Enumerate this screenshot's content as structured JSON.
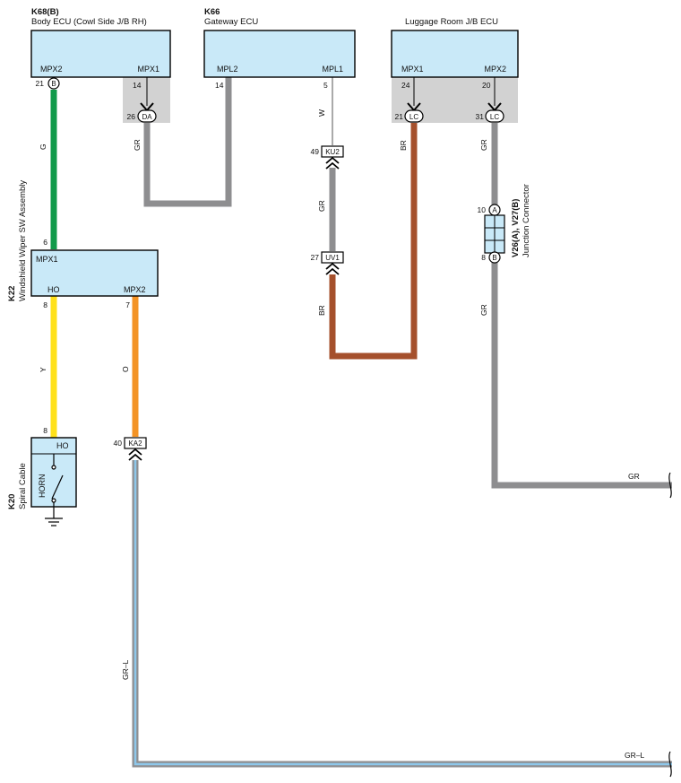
{
  "components": {
    "k68": {
      "code": "K68(B)",
      "name": "Body ECU (Cowl Side J/B RH)",
      "pin_mpx2": "MPX2",
      "pin_mpx1": "MPX1"
    },
    "k66": {
      "code": "K66",
      "name": "Gateway ECU",
      "pin_mpl2": "MPL2",
      "pin_mpl1": "MPL1"
    },
    "luggage": {
      "name": "Luggage Room J/B ECU",
      "pin_mpx1": "MPX1",
      "pin_mpx2": "MPX2"
    },
    "k22": {
      "code": "K22",
      "name": "Windshield Wiper SW Assembly",
      "pin_mpx1": "MPX1",
      "pin_ho": "HO",
      "pin_mpx2": "MPX2"
    },
    "k20": {
      "code": "K20",
      "name": "Spiral Cable",
      "pin_ho": "HO",
      "horn": "HORN"
    },
    "v26": {
      "code": "V26(A), V27(B)",
      "name": "Junction Connector",
      "conn_a": "A",
      "conn_b": "B",
      "pin_top": "10",
      "pin_bottom": "8"
    }
  },
  "pins": {
    "k68_mpx2": "21",
    "k68_conn": "B",
    "k68_mpx1": "14",
    "da_pin": "26",
    "da_conn": "DA",
    "k66_mpl2": "14",
    "k66_mpl1": "5",
    "lug_mpx1": "24",
    "lug_mpx2": "20",
    "lc1_pin": "21",
    "lc1_conn": "LC",
    "lc2_pin": "31",
    "lc2_conn": "LC",
    "ku2_pin": "49",
    "ku2_conn": "KU2",
    "uv1_pin": "27",
    "uv1_conn": "UV1",
    "k22_mpx1": "6",
    "k22_ho": "8",
    "k22_mpx2": "7",
    "k20_ho": "8",
    "ka2_pin": "40",
    "ka2_conn": "KA2"
  },
  "wires": {
    "g": "G",
    "gr_da": "GR",
    "w": "W",
    "gr_ku": "GR",
    "br_uv": "BR",
    "br_lc": "BR",
    "gr_lc": "GR",
    "gr_jc": "GR",
    "gr_out": "GR",
    "y": "Y",
    "o": "O",
    "grl_v": "GR–L",
    "grl_h": "GR–L"
  },
  "colors": {
    "green": "#119a4a",
    "gray": "#8e8e90",
    "brown": "#a5502c",
    "yellow": "#ffe11a",
    "orange": "#f39325",
    "blue": "#8ec7ea",
    "ecu_fill": "#c9e9f8",
    "shade": "#d2d2d2"
  }
}
